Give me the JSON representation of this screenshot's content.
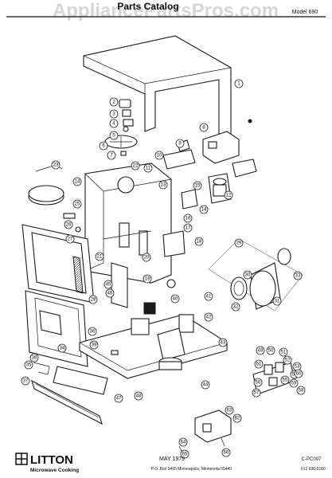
{
  "header": {
    "watermark": "AppliancePartsPros.com",
    "title": "Parts Catalog",
    "model": "Model 690"
  },
  "footer": {
    "brand": "LITTON",
    "brand_sub": "Microwave Cooking",
    "date": "MAY 1979",
    "code": "C-PC097",
    "address": "P.O. Box 9465 Minneapolis, Minnesota 55440",
    "phone": "612 636-5100"
  },
  "callouts": [
    "1",
    "2",
    "3",
    "4",
    "5",
    "6",
    "7",
    "8",
    "9",
    "10",
    "11",
    "12",
    "13",
    "14",
    "15",
    "16",
    "17",
    "18",
    "19",
    "20",
    "21",
    "22",
    "23",
    "24",
    "25",
    "26",
    "27",
    "28",
    "29",
    "30",
    "31",
    "32",
    "33",
    "34",
    "35",
    "36",
    "37",
    "38",
    "39",
    "40",
    "41",
    "42",
    "43",
    "44",
    "45",
    "46",
    "47",
    "48",
    "49",
    "50",
    "51",
    "52",
    "53",
    "54",
    "55",
    "56",
    "57",
    "58",
    "59",
    "60",
    "61",
    "62",
    "63",
    "64",
    "65",
    "66"
  ]
}
